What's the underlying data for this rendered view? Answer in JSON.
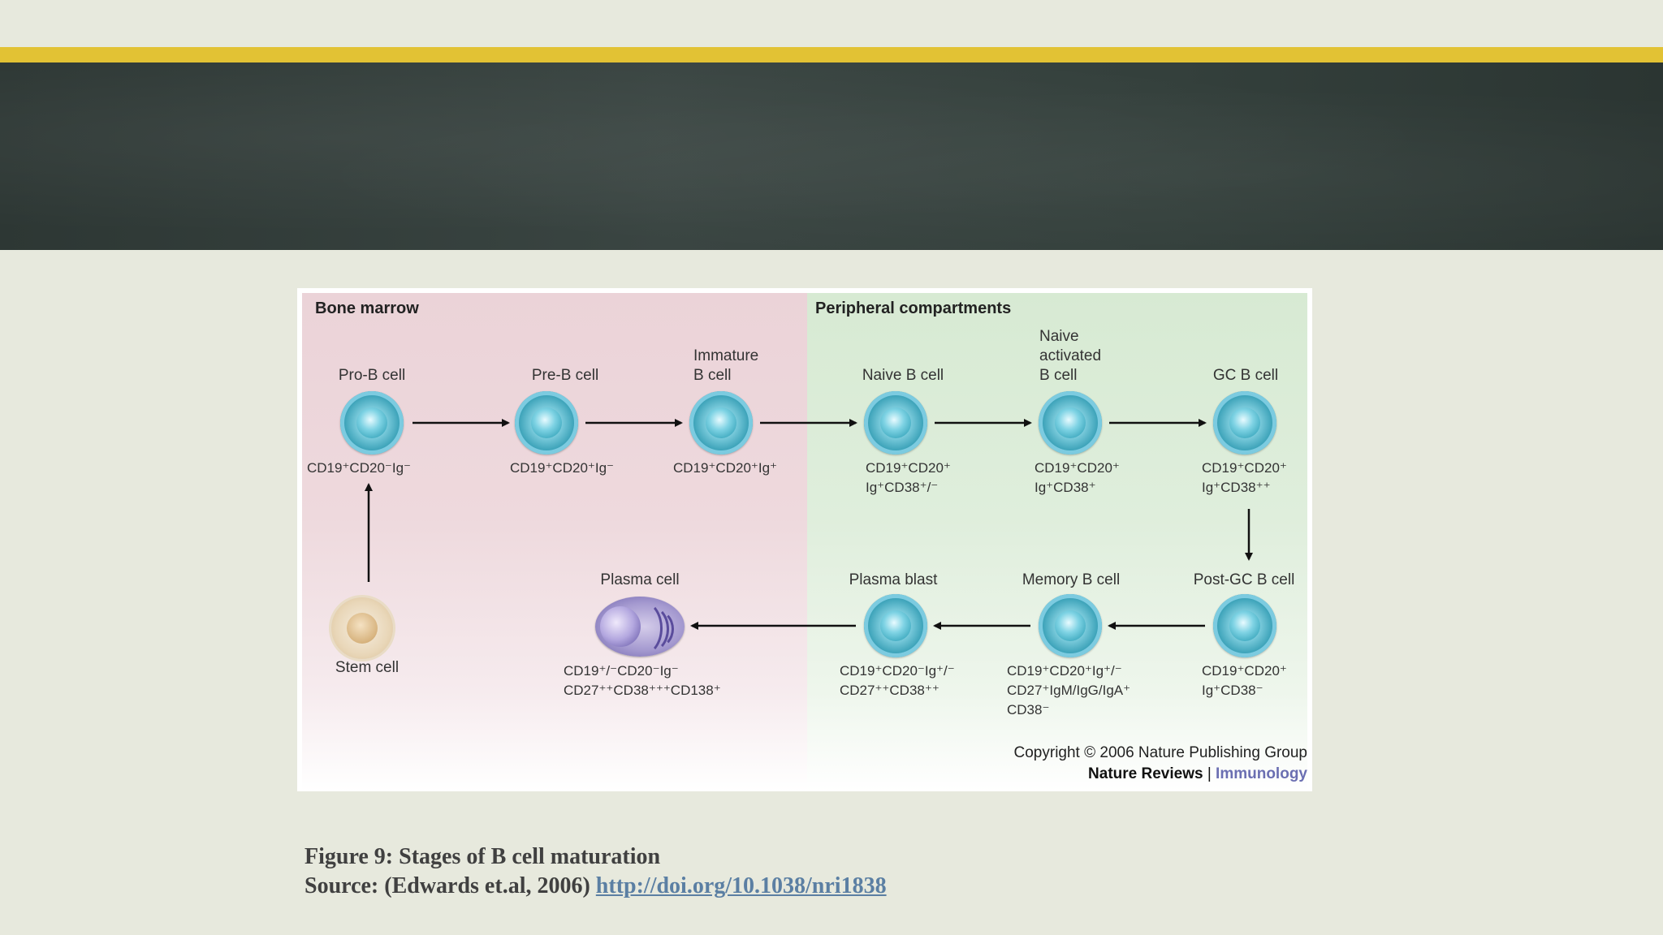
{
  "figure": {
    "zones": {
      "bone_marrow": "Bone marrow",
      "peripheral": "Peripheral compartments"
    },
    "cells": {
      "pro_b": {
        "name": "Pro-B cell",
        "markers": [
          "CD19⁺CD20⁻Ig⁻"
        ]
      },
      "pre_b": {
        "name": "Pre-B cell",
        "markers": [
          "CD19⁺CD20⁺Ig⁻"
        ]
      },
      "immature_b": {
        "name": [
          "Immature",
          "B cell"
        ],
        "markers": [
          "CD19⁺CD20⁺Ig⁺"
        ]
      },
      "naive_b": {
        "name": "Naive B cell",
        "markers": [
          "CD19⁺CD20⁺",
          "Ig⁺CD38⁺/⁻"
        ]
      },
      "naive_activated_b": {
        "name": [
          "Naive",
          "activated",
          "B cell"
        ],
        "markers": [
          "CD19⁺CD20⁺",
          "Ig⁺CD38⁺"
        ]
      },
      "gc_b": {
        "name": "GC B cell",
        "markers": [
          "CD19⁺CD20⁺",
          "Ig⁺CD38⁺⁺"
        ]
      },
      "post_gc_b": {
        "name": "Post-GC B cell",
        "markers": [
          "CD19⁺CD20⁺",
          "Ig⁺CD38⁻"
        ]
      },
      "memory_b": {
        "name": "Memory B cell",
        "markers": [
          "CD19⁺CD20⁺Ig⁺/⁻",
          "CD27⁺IgM/IgG/IgA⁺",
          "CD38⁻"
        ]
      },
      "plasma_blast": {
        "name": "Plasma blast",
        "markers": [
          "CD19⁺CD20⁻Ig⁺/⁻",
          "CD27⁺⁺CD38⁺⁺"
        ]
      },
      "plasma": {
        "name": "Plasma cell",
        "markers": [
          "CD19⁺/⁻CD20⁻Ig⁻",
          "CD27⁺⁺CD38⁺⁺⁺CD138⁺"
        ]
      },
      "stem": {
        "name": "Stem cell"
      }
    },
    "copyright": "Copyright © 2006 Nature Publishing Group",
    "journal": {
      "name": "Nature Reviews",
      "separator": "|",
      "section": "Immunology"
    }
  },
  "caption": {
    "title": "Figure 9: Stages of B cell maturation",
    "source_prefix": "Source: (Edwards et.al, 2006)",
    "link": "http://doi.org/10.1038/nri1838"
  },
  "colors": {
    "gold_bar": "#e2c234",
    "chalkboard": "#34403c",
    "bone_marrow_zone": "#ebd3d8",
    "peripheral_zone": "#d7ead3",
    "cell_blue": "#1e8fa8",
    "plasma_purple": "#6f63ad",
    "stem_tan": "#d9bf94",
    "link": "#5b7fa3"
  }
}
